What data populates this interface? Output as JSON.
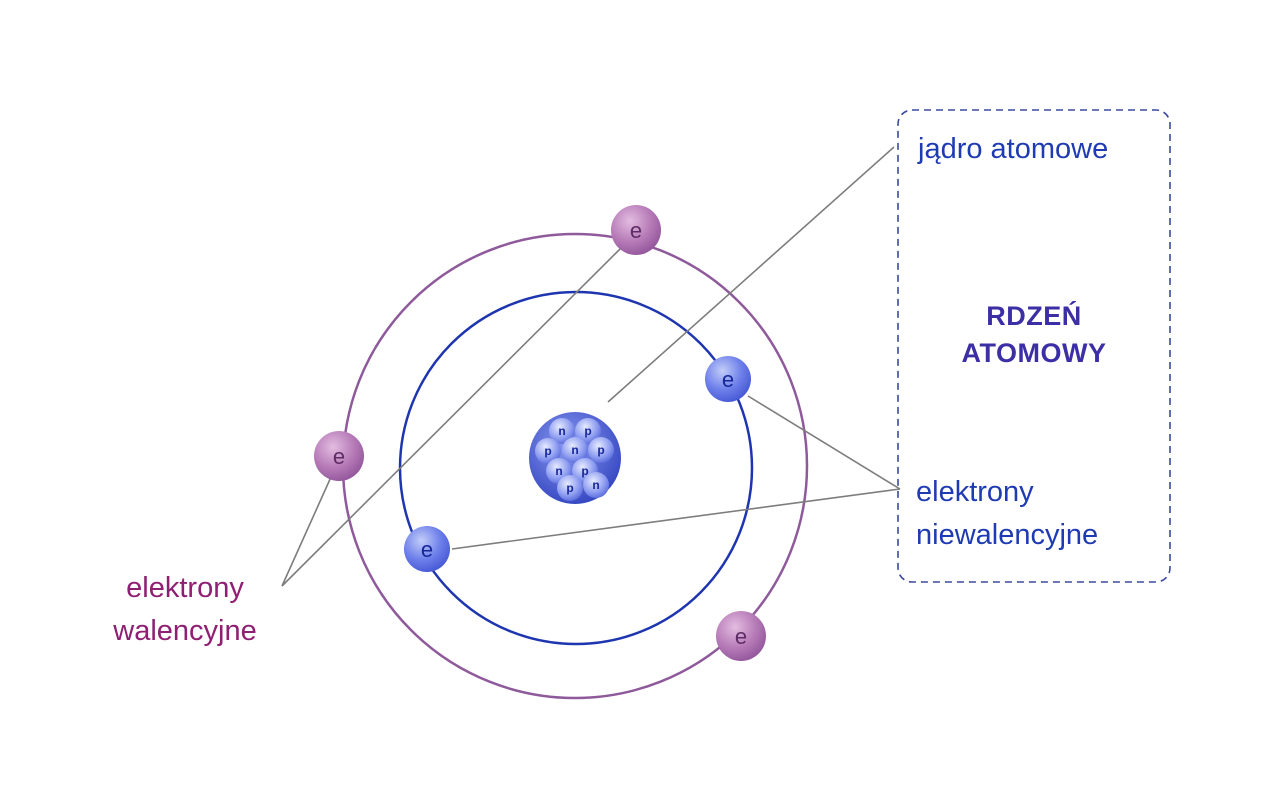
{
  "diagram": {
    "labels": {
      "nucleus": "jądro atomowe",
      "core_line1": "RDZEŃ",
      "core_line2": "ATOMOWY",
      "nonvalence_line1": "elektrony",
      "nonvalence_line2": "niewalencyjne",
      "valence_line1": "elektrony",
      "valence_line2": "walencyjne"
    },
    "electron_symbol": "e",
    "particles": {
      "proton": "p",
      "neutron": "n"
    },
    "colors": {
      "outer_orbit": "#8f5a9b",
      "inner_orbit": "#1e35b0",
      "label_blue": "#1f3bb3",
      "label_core": "#3c2fa5",
      "label_purple": "#8e1f72",
      "line_gray": "#7d7d7d",
      "box_border": "#3b4aa0",
      "valence_electron_letter": "#5e2c66",
      "nonvalence_electron_letter": "#16279b"
    }
  }
}
